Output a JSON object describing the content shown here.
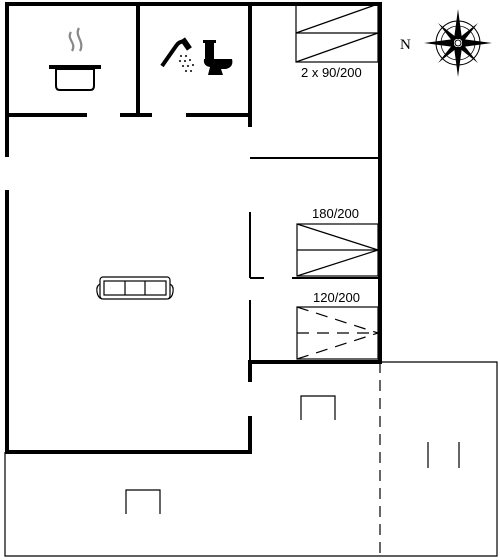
{
  "compass": {
    "north_label": "N"
  },
  "beds": {
    "upper_label": "2 x 90/200",
    "middle_label": "180/200",
    "lower_label": "120/200"
  },
  "icons": {
    "kitchen": "cooking-pot-icon",
    "bathroom": "shower-toilet-icon",
    "living_room": "sofa-icon"
  }
}
